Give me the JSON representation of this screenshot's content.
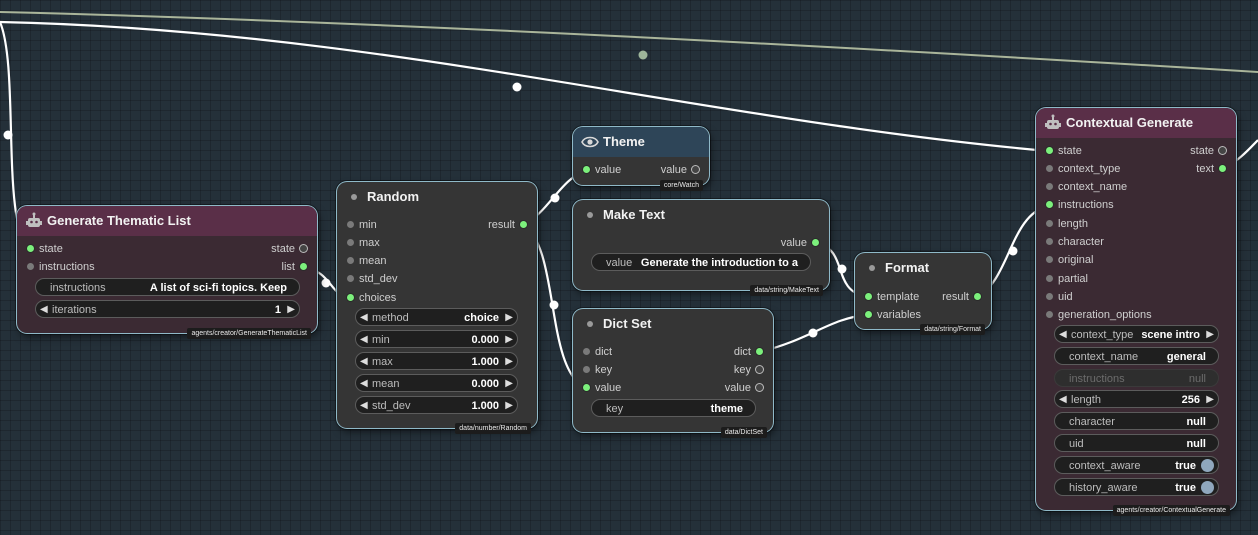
{
  "nodes": {
    "generate_list": {
      "title": "Generate Thematic List",
      "inputs": [
        "state",
        "instructions"
      ],
      "outputs": [
        "state",
        "list"
      ],
      "widgets": {
        "instructions_label": "instructions",
        "instructions_value": "A list of sci-fi topics. Keep",
        "iterations_label": "iterations",
        "iterations_value": "1"
      },
      "path": "agents/creator/GenerateThematicList"
    },
    "random": {
      "title": "Random",
      "inputs": [
        "min",
        "max",
        "mean",
        "std_dev",
        "choices"
      ],
      "outputs": [
        "result"
      ],
      "widgets": [
        {
          "label": "method",
          "value": "choice"
        },
        {
          "label": "min",
          "value": "0.000"
        },
        {
          "label": "max",
          "value": "1.000"
        },
        {
          "label": "mean",
          "value": "0.000"
        },
        {
          "label": "std_dev",
          "value": "1.000"
        }
      ],
      "path": "data/number/Random"
    },
    "theme": {
      "title": "Theme",
      "inputs": [
        "value"
      ],
      "outputs": [
        "value"
      ],
      "path": "core/Watch"
    },
    "make_text": {
      "title": "Make Text",
      "outputs": [
        "value"
      ],
      "widget_label": "value",
      "widget_value": "Generate the introduction to a",
      "path": "data/string/MakeText"
    },
    "dict_set": {
      "title": "Dict Set",
      "inputs": [
        "dict",
        "key",
        "value"
      ],
      "outputs": [
        "dict",
        "key",
        "value"
      ],
      "widget_label": "key",
      "widget_value": "theme",
      "path": "data/DictSet"
    },
    "format": {
      "title": "Format",
      "inputs": [
        "template",
        "variables"
      ],
      "outputs": [
        "result"
      ],
      "path": "data/string/Format"
    },
    "contextual": {
      "title": "Contextual Generate",
      "inputs": [
        "state",
        "context_type",
        "context_name",
        "instructions",
        "length",
        "character",
        "original",
        "partial",
        "uid",
        "generation_options"
      ],
      "outputs": [
        "state",
        "text"
      ],
      "widgets": {
        "context_type_label": "context_type",
        "context_type_value": "scene intro",
        "context_name_label": "context_name",
        "context_name_value": "general",
        "instructions_label": "instructions",
        "instructions_value": "null",
        "length_label": "length",
        "length_value": "256",
        "character_label": "character",
        "character_value": "null",
        "uid_label": "uid",
        "uid_value": "null",
        "context_aware_label": "context_aware",
        "context_aware_value": "true",
        "history_aware_label": "history_aware",
        "history_aware_value": "true"
      },
      "path": "agents/creator/ContextualGenerate"
    }
  },
  "colors": {
    "agent_title": "#5a2f48",
    "agent_body": "#3b2a33",
    "watch_title": "#2e4558",
    "node_body": "#353535",
    "connected_pin": "#7cf07c",
    "wire": "#ffffff",
    "background": "#243039"
  }
}
